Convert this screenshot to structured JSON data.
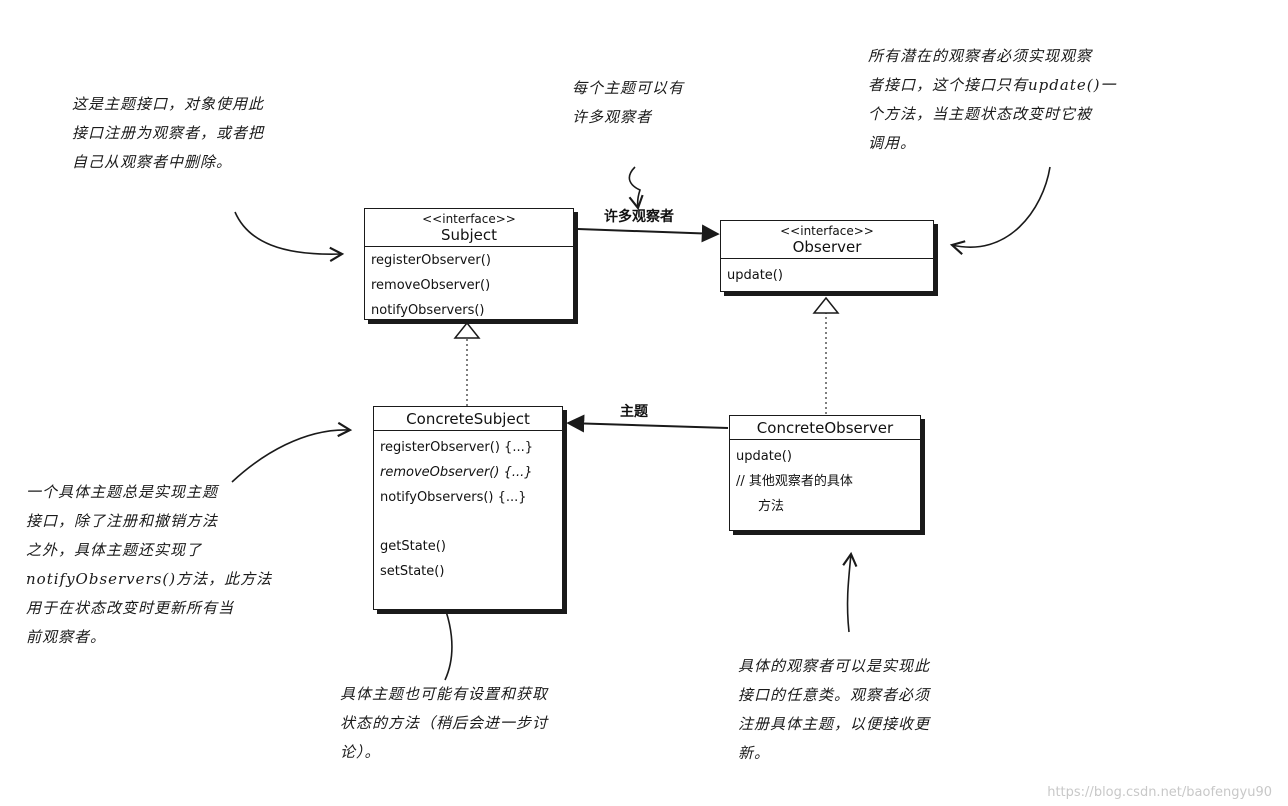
{
  "subject": {
    "stereotype": "<<interface>>",
    "name": "Subject",
    "methods": [
      "registerObserver()",
      "removeObserver()",
      "notifyObservers()"
    ]
  },
  "observer": {
    "stereotype": "<<interface>>",
    "name": "Observer",
    "methods": [
      "update()"
    ]
  },
  "concrete_subject": {
    "name": "ConcreteSubject",
    "methods": [
      "registerObserver() {...}",
      "removeObserver() {...}",
      "notifyObservers() {...}"
    ],
    "state_methods": [
      "getState()",
      "setState()"
    ]
  },
  "concrete_observer": {
    "name": "ConcreteObserver",
    "methods": [
      "update()",
      "// 其他观察者的具体",
      "方法"
    ]
  },
  "labels": {
    "many_observers": "许多观察者",
    "subject": "主题"
  },
  "notes": {
    "subject_interface": [
      "这是主题接口，对象使用此",
      "接口注册为观察者，或者把",
      "自己从观察者中删除。"
    ],
    "many": [
      "每个主题可以有",
      "许多观察者"
    ],
    "observer_interface": [
      "所有潜在的观察者必须实现观察",
      "者接口，这个接口只有update()一",
      "个方法，当主题状态改变时它被",
      "调用。"
    ],
    "concrete_subject": [
      "一个具体主题总是实现主题",
      "接口，除了注册和撤销方法",
      "之外，具体主题还实现了",
      "notifyObservers()方法，此方法",
      "用于在状态改变时更新所有当",
      "前观察者。"
    ],
    "state": [
      "具体主题也可能有设置和获取",
      "状态的方法（稍后会进一步讨",
      "论）。"
    ],
    "concrete_observer": [
      "具体的观察者可以是实现此",
      "接口的任意类。观察者必须",
      "注册具体主题，以便接收更",
      "新。"
    ]
  },
  "watermark": "https://blog.csdn.net/baofengyu90"
}
